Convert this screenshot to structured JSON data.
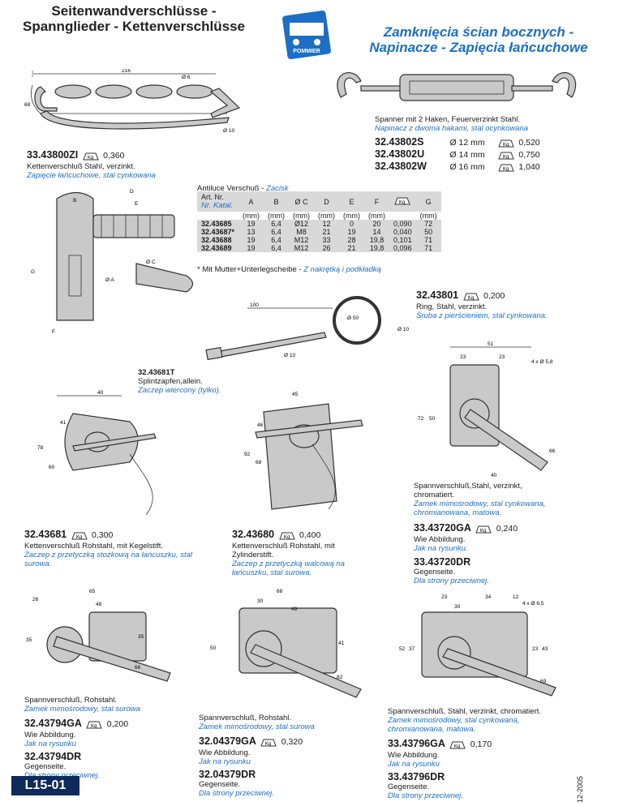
{
  "header": {
    "title_de_line1": "Seitenwandverschlüsse -",
    "title_de_line2": "Spannglieder - Kettenverschlüsse",
    "title_pl_line1": "Zamknięcia ścian bocznych -",
    "title_pl_line2": "Napinacze - Zapięcia łańcuchowe",
    "logo_text": "POMMIER"
  },
  "kg_label": "Kg",
  "chain_lock": {
    "part": "33.43800ZI",
    "weight": "0,360",
    "desc_de": "Kettenverschluß Stahl, verzinkt.",
    "desc_pl": "Zapięcie łańcuchowe, stal cynkowana",
    "dims": {
      "d216": "216",
      "d6": "Ø 6",
      "d68": "68",
      "d10": "Ø 10"
    }
  },
  "tensioner": {
    "desc_de": "Spanner mit 2 Haken, Feuerverzinkt Stahl.",
    "desc_pl": "Napinacz z dwoma hakami, stal ocynkowana",
    "items": [
      {
        "part": "32.43802S",
        "dia": "Ø 12 mm",
        "weight": "0,520"
      },
      {
        "part": "32.43802U",
        "dia": "Ø 14 mm",
        "weight": "0,750"
      },
      {
        "part": "32.43802W",
        "dia": "Ø 16 mm",
        "weight": "1,040"
      }
    ]
  },
  "antiluce": {
    "title_de": "Antiluce Verschuß - ",
    "title_pl": "Zacisk",
    "letters": {
      "D": "D",
      "E": "E",
      "B": "B",
      "G": "G",
      "C": "Ø C",
      "A": "Ø A",
      "F": "F"
    },
    "table": {
      "headers": [
        "A",
        "B",
        "Ø C",
        "D",
        "E",
        "F",
        "G"
      ],
      "col1_de": "Art. Nr.",
      "col1_pl": "Nr. Katal.",
      "units": [
        "(mm)",
        "(mm)",
        "(mm)",
        "(mm)",
        "(mm)",
        "(mm)",
        "(mm)"
      ],
      "rows": [
        [
          "32.43685",
          "19",
          "6,4",
          "Ø12",
          "12",
          "0",
          "20",
          "0,090",
          "72"
        ],
        [
          "32.43687*",
          "13",
          "6,4",
          "M8",
          "21",
          "19",
          "14",
          "0,040",
          "50"
        ],
        [
          "32.43688",
          "19",
          "6,4",
          "M12",
          "33",
          "28",
          "19,8",
          "0,101",
          "71"
        ],
        [
          "32.43689",
          "19",
          "6,4",
          "M12",
          "26",
          "21",
          "19,8",
          "0,096",
          "71"
        ]
      ]
    },
    "note_de": "* Mit Mutter+Unterlegscheibe - ",
    "note_pl": "Z nakrętką i podkładką"
  },
  "ring_bolt": {
    "part": "32.43801",
    "weight": "0,200",
    "desc_de": "Ring, Stahl, verzinkt.",
    "desc_pl": "Śruba z pierścieniem, stal cynkowana.",
    "dims": {
      "d100": "100",
      "d50": "Ø 50",
      "d10a": "Ø 10",
      "d10b": "Ø 10"
    }
  },
  "pin": {
    "part": "32.43681T",
    "desc_de": "Splintzapfen,allein.",
    "desc_pl": "Zaczep wiercony (tylko)."
  },
  "lock_43681": {
    "part": "32.43681",
    "weight": "0,300",
    "desc_de": "Kettenverschluß Rohstahl, mit Kegelstift.",
    "desc_pl": "Zaczep z przetyczką stożkową na łańcuszku, stal surowa.",
    "dims": {
      "d40": "40",
      "d41": "41",
      "d78": "78",
      "d60": "60"
    }
  },
  "lock_43680": {
    "part": "32.43680",
    "weight": "0,400",
    "desc_de": "Kettenverschluß Rohstahl, mit Zylinderstift.",
    "desc_pl": "Zaczep z przetyczką walcową na łańcuszku, stal surowa.",
    "dims": {
      "d45": "45",
      "d46": "46",
      "d92": "92",
      "d68": "68"
    }
  },
  "lever_720": {
    "desc_de": "Spannverschluß,Stahl, verzinkt, chromatiert.",
    "desc_pl": "Zamek mimośrodowy, stal cynkowana, chromianowana, matowa.",
    "part": "33.43720GA",
    "weight": "0,240",
    "wie_de": "Wie Abbildung.",
    "wie_pl": "Jak na rysunku.",
    "part2": "33.43720DR",
    "gegen_de": "Gegenseite.",
    "gegen_pl": "Dla strony przeciwnej.",
    "dims": {
      "d51": "51",
      "d23a": "23",
      "d23b": "23",
      "holes": "4 x Ø 5,8",
      "d72": "72",
      "d50": "50",
      "d66": "66",
      "d40": "40"
    }
  },
  "lever_794": {
    "desc_de": "Spannverschluß, Rohstahl.",
    "desc_pl": "Zamek mimośrodowy, stal surowa",
    "part": "32.43794GA",
    "weight": "0,200",
    "wie_de": "Wie Abbildung.",
    "wie_pl": "Jak na rysunku",
    "part2": "32.43794DR",
    "gegen_de": "Gegenseite.",
    "gegen_pl": "Dla strony przeciwnej.",
    "dims": {
      "d65": "65",
      "d26": "26",
      "d48": "48",
      "d35a": "35",
      "d35b": "35",
      "d66": "66"
    }
  },
  "lever_379": {
    "desc_de": "Spannverschluß, Rohstahl.",
    "desc_pl": "Zamek mimośrodowy, stal surowa",
    "part": "32.04379GA",
    "weight": "0,320",
    "wie_de": "Wie Abbildung.",
    "wie_pl": "Jak na rysunku",
    "part2": "32.04379DR",
    "gegen_de": "Gegenseite.",
    "gegen_pl": "Dla strony przeciwnej.",
    "dims": {
      "d68": "68",
      "d30": "30",
      "d49": "49",
      "d50": "50",
      "d41": "41",
      "d82": "82"
    }
  },
  "lever_796": {
    "desc_de": "Spannverschluß, Stahl, verzinkt, chromatiert.",
    "desc_pl": "Zamek mimośrodowy, stal cynkowana, chromianowana, matowa.",
    "part": "33.43796GA",
    "weight": "0,170",
    "wie_de": "Wie Abbildung.",
    "wie_pl": "Jak na rysunku",
    "part2": "33.43796DR",
    "gegen_de": "Gegenseite.",
    "gegen_pl": "Dla strony przeciwnej.",
    "dims": {
      "d23": "23",
      "d34": "34",
      "d12": "12",
      "holes": "4 x Ø 6,5",
      "d30": "30",
      "d52": "52",
      "d37": "37",
      "d23b": "23",
      "d43": "43",
      "d69": "69"
    }
  },
  "footer": {
    "page": "L15-01",
    "date": "12-2005"
  }
}
